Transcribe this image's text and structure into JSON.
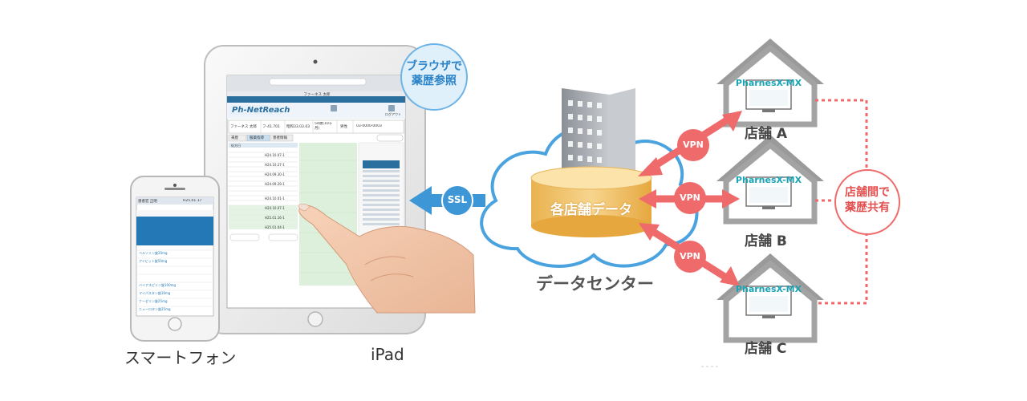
{
  "devices": {
    "smartphone_label": "スマートフォン",
    "ipad_label": "iPad",
    "browser_bubble": [
      "ブラウザで",
      "薬歴参照"
    ]
  },
  "ipad_screen": {
    "app_logo": "Ph-NetReach",
    "title": "ファーネス 太郎",
    "patient_name": "ファーネス 太郎",
    "patient_row": [
      "ファーネス 太郎",
      "フ-41.701",
      "昭和33.03.03",
      "54歳(10ヶ月)",
      "男性",
      "03-0000-0003"
    ],
    "tabs": [
      "来歴",
      "服薬指導",
      "患者情報"
    ],
    "logout": "ログアウト",
    "history_rows": [
      "処方日",
      "H24.10.07-1",
      "H24.10.27-1",
      "H24.09.30-1",
      "H24.09.29-1",
      "H24.10.01-1",
      "H24.10.07-1",
      "H25.01.16-1",
      "H25.01.04-1"
    ]
  },
  "phone_screen": {
    "header": "患者宏 正明",
    "date": "H25.01.17",
    "rows": [
      "ベルソミン錠20mg",
      "アイビット錠50mg",
      "バイアスピリン錠100mg",
      "マイパスタン錠10mg",
      "ナーゼリン錠25mg",
      "ニューロタン錠25mg"
    ]
  },
  "network": {
    "ssl_label": "SSL",
    "datacenter_label": "データセンター",
    "db_label": "各店舗データ",
    "vpn_label": "VPN",
    "stores": [
      {
        "name": "店舗 A",
        "brand": "PharnesX-MX"
      },
      {
        "name": "店舗 B",
        "brand": "PharnesX-MX"
      },
      {
        "name": "店舗 C",
        "brand": "PharnesX-MX"
      }
    ],
    "share_bubble": [
      "店舗間で",
      "薬歴共有"
    ]
  },
  "colors": {
    "cloud": "#4aa3df",
    "arrow_red": "#ef6a6a",
    "ssl_blue": "#3d96d6",
    "cylinder": "#f0c36a",
    "house": "#9a9a9a",
    "dotted": "#ef6a6a",
    "brand_teal": "#19a3b5"
  }
}
